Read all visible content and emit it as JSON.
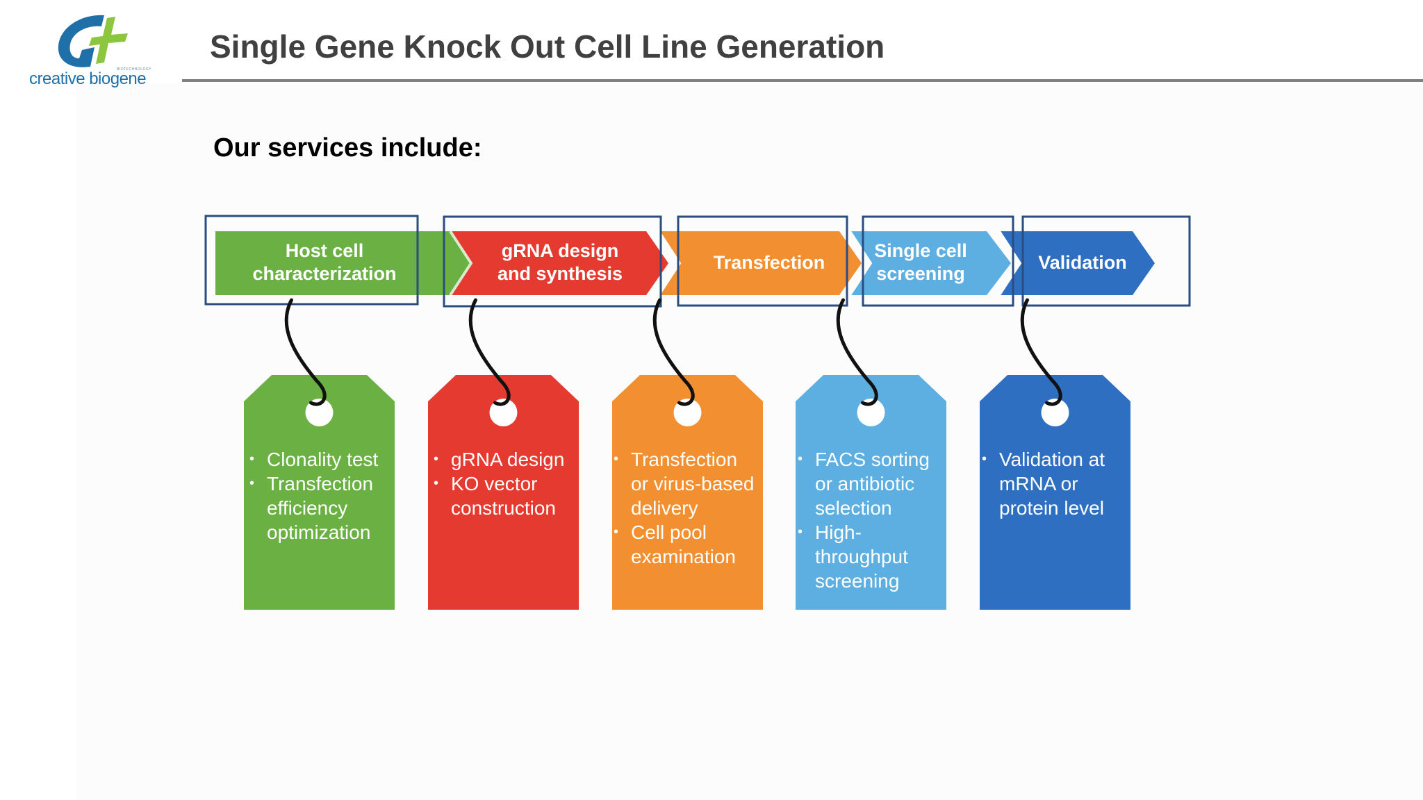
{
  "header": {
    "title": "Single Gene Knock Out Cell Line Generation",
    "logo_text": "creative biogene",
    "logo_small_text": "BIOTECHNOLOGY"
  },
  "subtitle": "Our services include:",
  "colors": {
    "green": "#6ab042",
    "red": "#e53a30",
    "orange": "#f28f31",
    "light_blue": "#5daee1",
    "blue": "#2f6fc2",
    "highlight_border": "#2a4c7f",
    "logo_blue": "#1f6fa8",
    "logo_green": "#8cc63f"
  },
  "steps": [
    {
      "lines": [
        "Host cell",
        "characterization"
      ]
    },
    {
      "lines": [
        "gRNA design",
        "and synthesis"
      ]
    },
    {
      "lines": [
        "Transfection"
      ]
    },
    {
      "lines": [
        "Single cell",
        "screening"
      ]
    },
    {
      "lines": [
        "Validation"
      ]
    }
  ],
  "tags": [
    {
      "items": [
        [
          "Clonality test"
        ],
        [
          "Transfection",
          "efficiency",
          "optimization"
        ]
      ]
    },
    {
      "items": [
        [
          "gRNA design"
        ],
        [
          "KO vector",
          "construction"
        ]
      ]
    },
    {
      "items": [
        [
          "Transfection",
          "or virus-based",
          "delivery"
        ],
        [
          "Cell pool",
          "examination"
        ]
      ]
    },
    {
      "items": [
        [
          "FACS sorting",
          "or antibiotic",
          "selection"
        ],
        [
          "High-",
          "throughput",
          "screening"
        ]
      ]
    },
    {
      "items": [
        [
          "Validation at",
          "mRNA or",
          "protein level"
        ]
      ]
    }
  ]
}
